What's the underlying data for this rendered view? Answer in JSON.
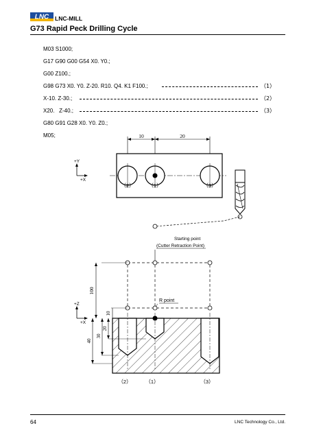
{
  "header": {
    "logo_text": "LNC",
    "product": "LNC-MILL",
    "title": "G73 Rapid Peck Drilling Cycle"
  },
  "program": [
    {
      "code": "M03 S1000;",
      "ref": ""
    },
    {
      "code": "G17 G90 G00 G54 X0. Y0.;",
      "ref": ""
    },
    {
      "code": "G00 Z100.;",
      "ref": ""
    },
    {
      "code": "G98 G73 X0. Y0. Z-20. R10. Q4. K1 F100.;",
      "ref": "（1）"
    },
    {
      "code": "X-10. Z-30.;",
      "ref": "（2）"
    },
    {
      "code": "X20.   Z-40.;",
      "ref": "（3）"
    },
    {
      "code": "G80 G91 G28 X0. Y0. Z0.;",
      "ref": ""
    },
    {
      "code": "M05;",
      "ref": ""
    }
  ],
  "diagram": {
    "top_view": {
      "dims": [
        "10",
        "20"
      ],
      "axis_y": "+Y",
      "axis_x": "+X",
      "hole_labels": [
        "（2）",
        "（1）",
        "（3）"
      ]
    },
    "side_view": {
      "starting_point": "Starting point",
      "starting_point_note": "(Cutter Retraction Point)",
      "r_point": "R point",
      "axis_z": "+Z",
      "axis_x": "+X",
      "dims": [
        "100",
        "10",
        "20",
        "30",
        "40"
      ],
      "hole_labels": [
        "（2）",
        "（1）",
        "（3）"
      ]
    }
  },
  "footer": {
    "page_number": "64",
    "company": "LNC Technology Co., Ltd."
  }
}
